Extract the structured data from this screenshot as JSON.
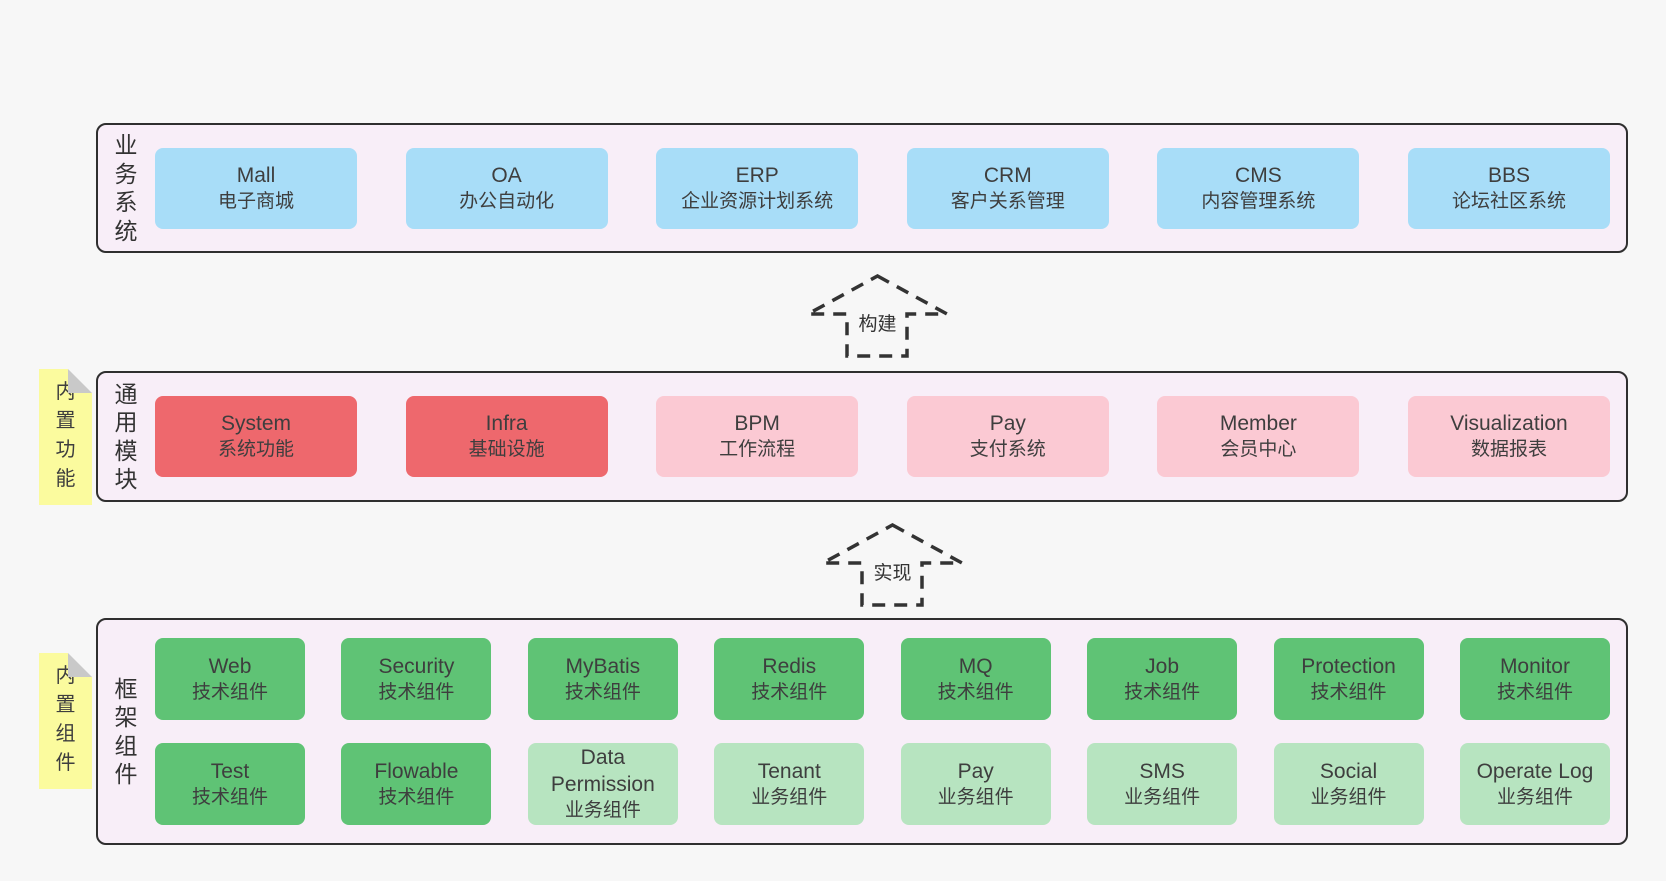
{
  "palette": {
    "page_bg": "#f7f7f7",
    "band_bg": "#f8eef8",
    "band_border": "#2f2f2f",
    "blue": "#a8ddf8",
    "red": "#ee686d",
    "pink": "#fbc9d3",
    "green_dark": "#5fc375",
    "green_light": "#b7e4c0",
    "sticky_yellow": "#fbfb9e",
    "text": "#3e3e3e"
  },
  "bands": [
    {
      "label": "业务系统",
      "items": [
        {
          "name": "Mall",
          "desc": "电子商城"
        },
        {
          "name": "OA",
          "desc": "办公自动化"
        },
        {
          "name": "ERP",
          "desc": "企业资源计划系统"
        },
        {
          "name": "CRM",
          "desc": "客户关系管理"
        },
        {
          "name": "CMS",
          "desc": "内容管理系统"
        },
        {
          "name": "BBS",
          "desc": "论坛社区系统"
        }
      ]
    },
    {
      "label": "通用模块",
      "sticky": "内置功能",
      "items": [
        {
          "name": "System",
          "desc": "系统功能"
        },
        {
          "name": "Infra",
          "desc": "基础设施"
        },
        {
          "name": "BPM",
          "desc": "工作流程"
        },
        {
          "name": "Pay",
          "desc": "支付系统"
        },
        {
          "name": "Member",
          "desc": "会员中心"
        },
        {
          "name": "Visualization",
          "desc": "数据报表"
        }
      ]
    },
    {
      "label": "框架组件",
      "sticky": "内置组件",
      "rows": [
        [
          {
            "name": "Web",
            "desc": "技术组件"
          },
          {
            "name": "Security",
            "desc": "技术组件"
          },
          {
            "name": "MyBatis",
            "desc": "技术组件"
          },
          {
            "name": "Redis",
            "desc": "技术组件"
          },
          {
            "name": "MQ",
            "desc": "技术组件"
          },
          {
            "name": "Job",
            "desc": "技术组件"
          },
          {
            "name": "Protection",
            "desc": "技术组件"
          },
          {
            "name": "Monitor",
            "desc": "技术组件"
          }
        ],
        [
          {
            "name": "Test",
            "desc": "技术组件"
          },
          {
            "name": "Flowable",
            "desc": "技术组件"
          },
          {
            "name": "Data Permission",
            "desc": "业务组件"
          },
          {
            "name": "Tenant",
            "desc": "业务组件"
          },
          {
            "name": "Pay",
            "desc": "业务组件"
          },
          {
            "name": "SMS",
            "desc": "业务组件"
          },
          {
            "name": "Social",
            "desc": "业务组件"
          },
          {
            "name": "Operate Log",
            "desc": "业务组件"
          }
        ]
      ]
    }
  ],
  "arrows": [
    {
      "label": "构建"
    },
    {
      "label": "实现"
    }
  ]
}
